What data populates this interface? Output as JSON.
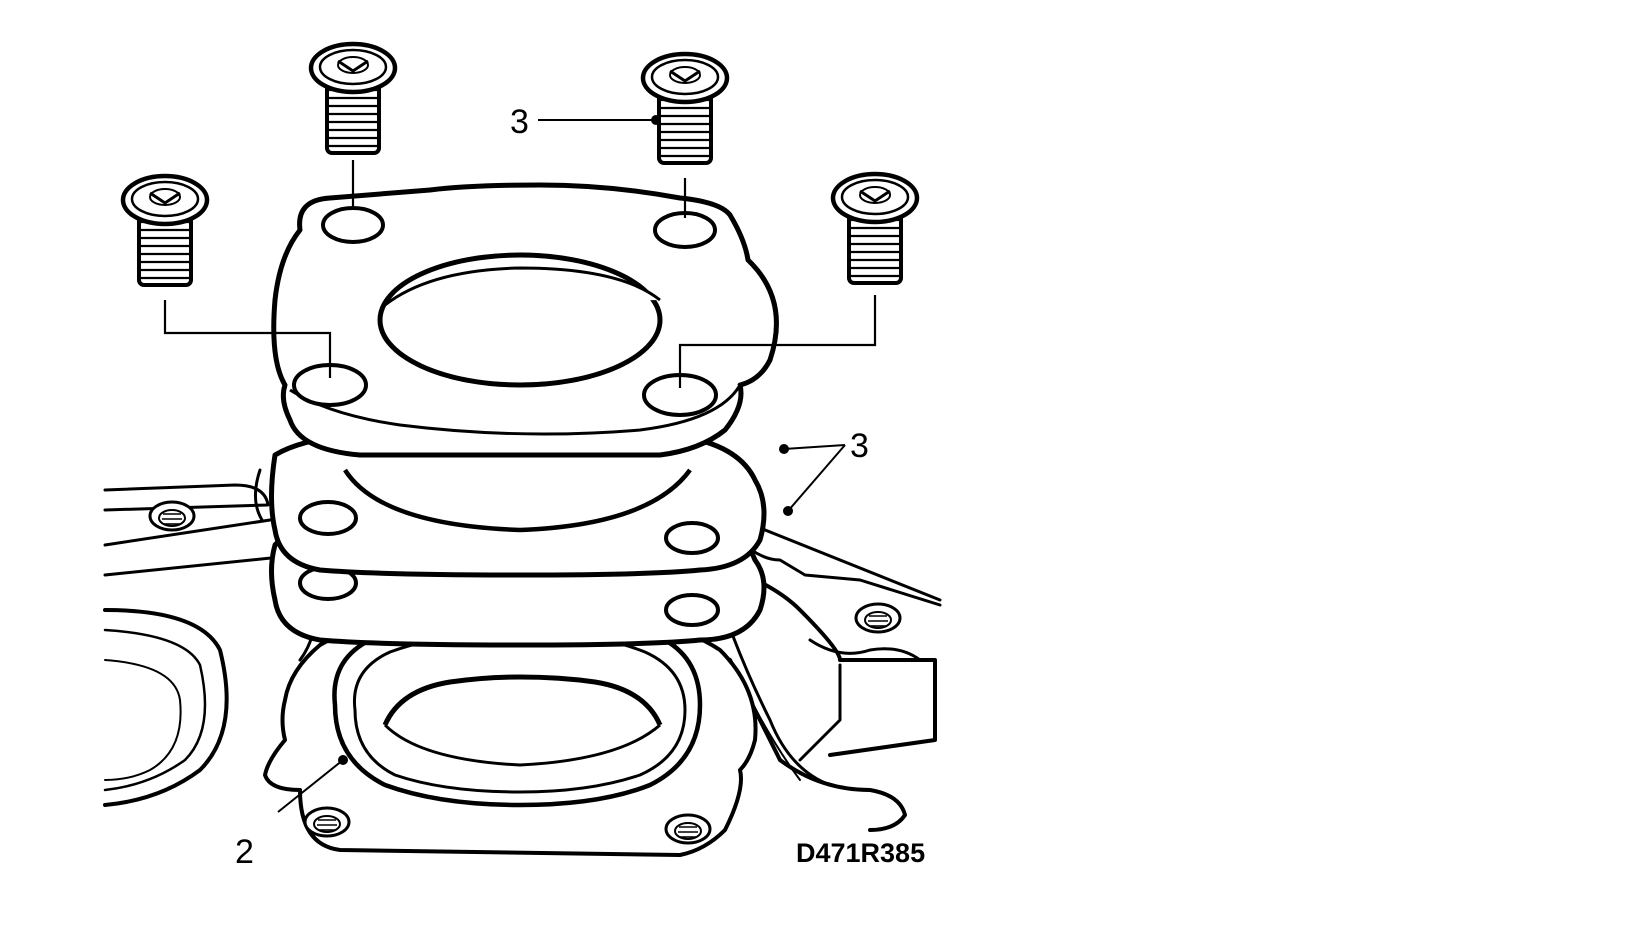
{
  "labels": {
    "bolts_callout": "3",
    "shims_callout": "3",
    "gasket_callout": "2",
    "drawing_code": "D471R385"
  }
}
